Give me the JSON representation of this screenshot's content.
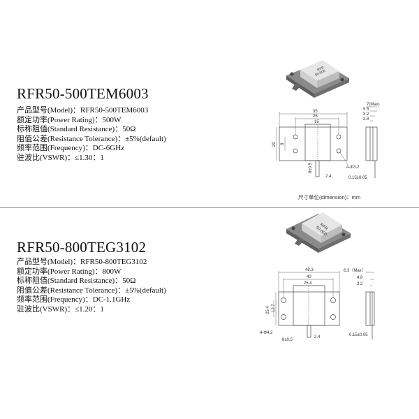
{
  "products": [
    {
      "title": "RFR50-500TEM6003",
      "specs": [
        "产品型号(Model)：RFR50-500TEM6003",
        "额定功率(Power Rating)：500W",
        "标称阻值(Standard Resistance)：50Ω",
        "阻值公差(Resistance Tolerance)：±5%(default)",
        "频率范围(Frequency)：DC-6GHz",
        "驻波比(VSWR)：≤1.30：1"
      ],
      "image_label": [
        "RFR",
        "50-500"
      ],
      "dims": {
        "w35": "35",
        "w26": "26",
        "w15": "15",
        "h20": "20",
        "h8": "8",
        "t7": "7(Max)",
        "t55": "5.5",
        "t32": "3.2",
        "t28": "2.8",
        "hole": "4-Φ3.2",
        "pin": "8±0.5",
        "pinw": "2.4",
        "lead": "0.15±0.05"
      },
      "unit_note": "尺寸单位(dimension)：mm"
    },
    {
      "title": "RFR50-800TEG3102",
      "specs": [
        "产品型号(Model)：RFR50-800TEG3102",
        "额定功率(Power Rating)：800W",
        "标称阻值(Standard Resistance)：50Ω",
        "阻值公差(Resistance Tolerance)：±5%(default)",
        "频率范围(Frequency)：DC-1.1GHz",
        "驻波比(VSWR)：≤1.20：1"
      ],
      "image_label": [
        "RFR",
        "50-800"
      ],
      "dims": {
        "w483": "48.3",
        "w40": "40",
        "w254": "25.4",
        "h254": "25.4",
        "h127": "12.7",
        "t63": "6.3（Max）",
        "t48": "4.8",
        "t32": "3.2",
        "hole": "4-Φ4.2",
        "pin": "8±0.5",
        "pinw": "2.4",
        "lead": "0.15±0.05"
      }
    }
  ]
}
